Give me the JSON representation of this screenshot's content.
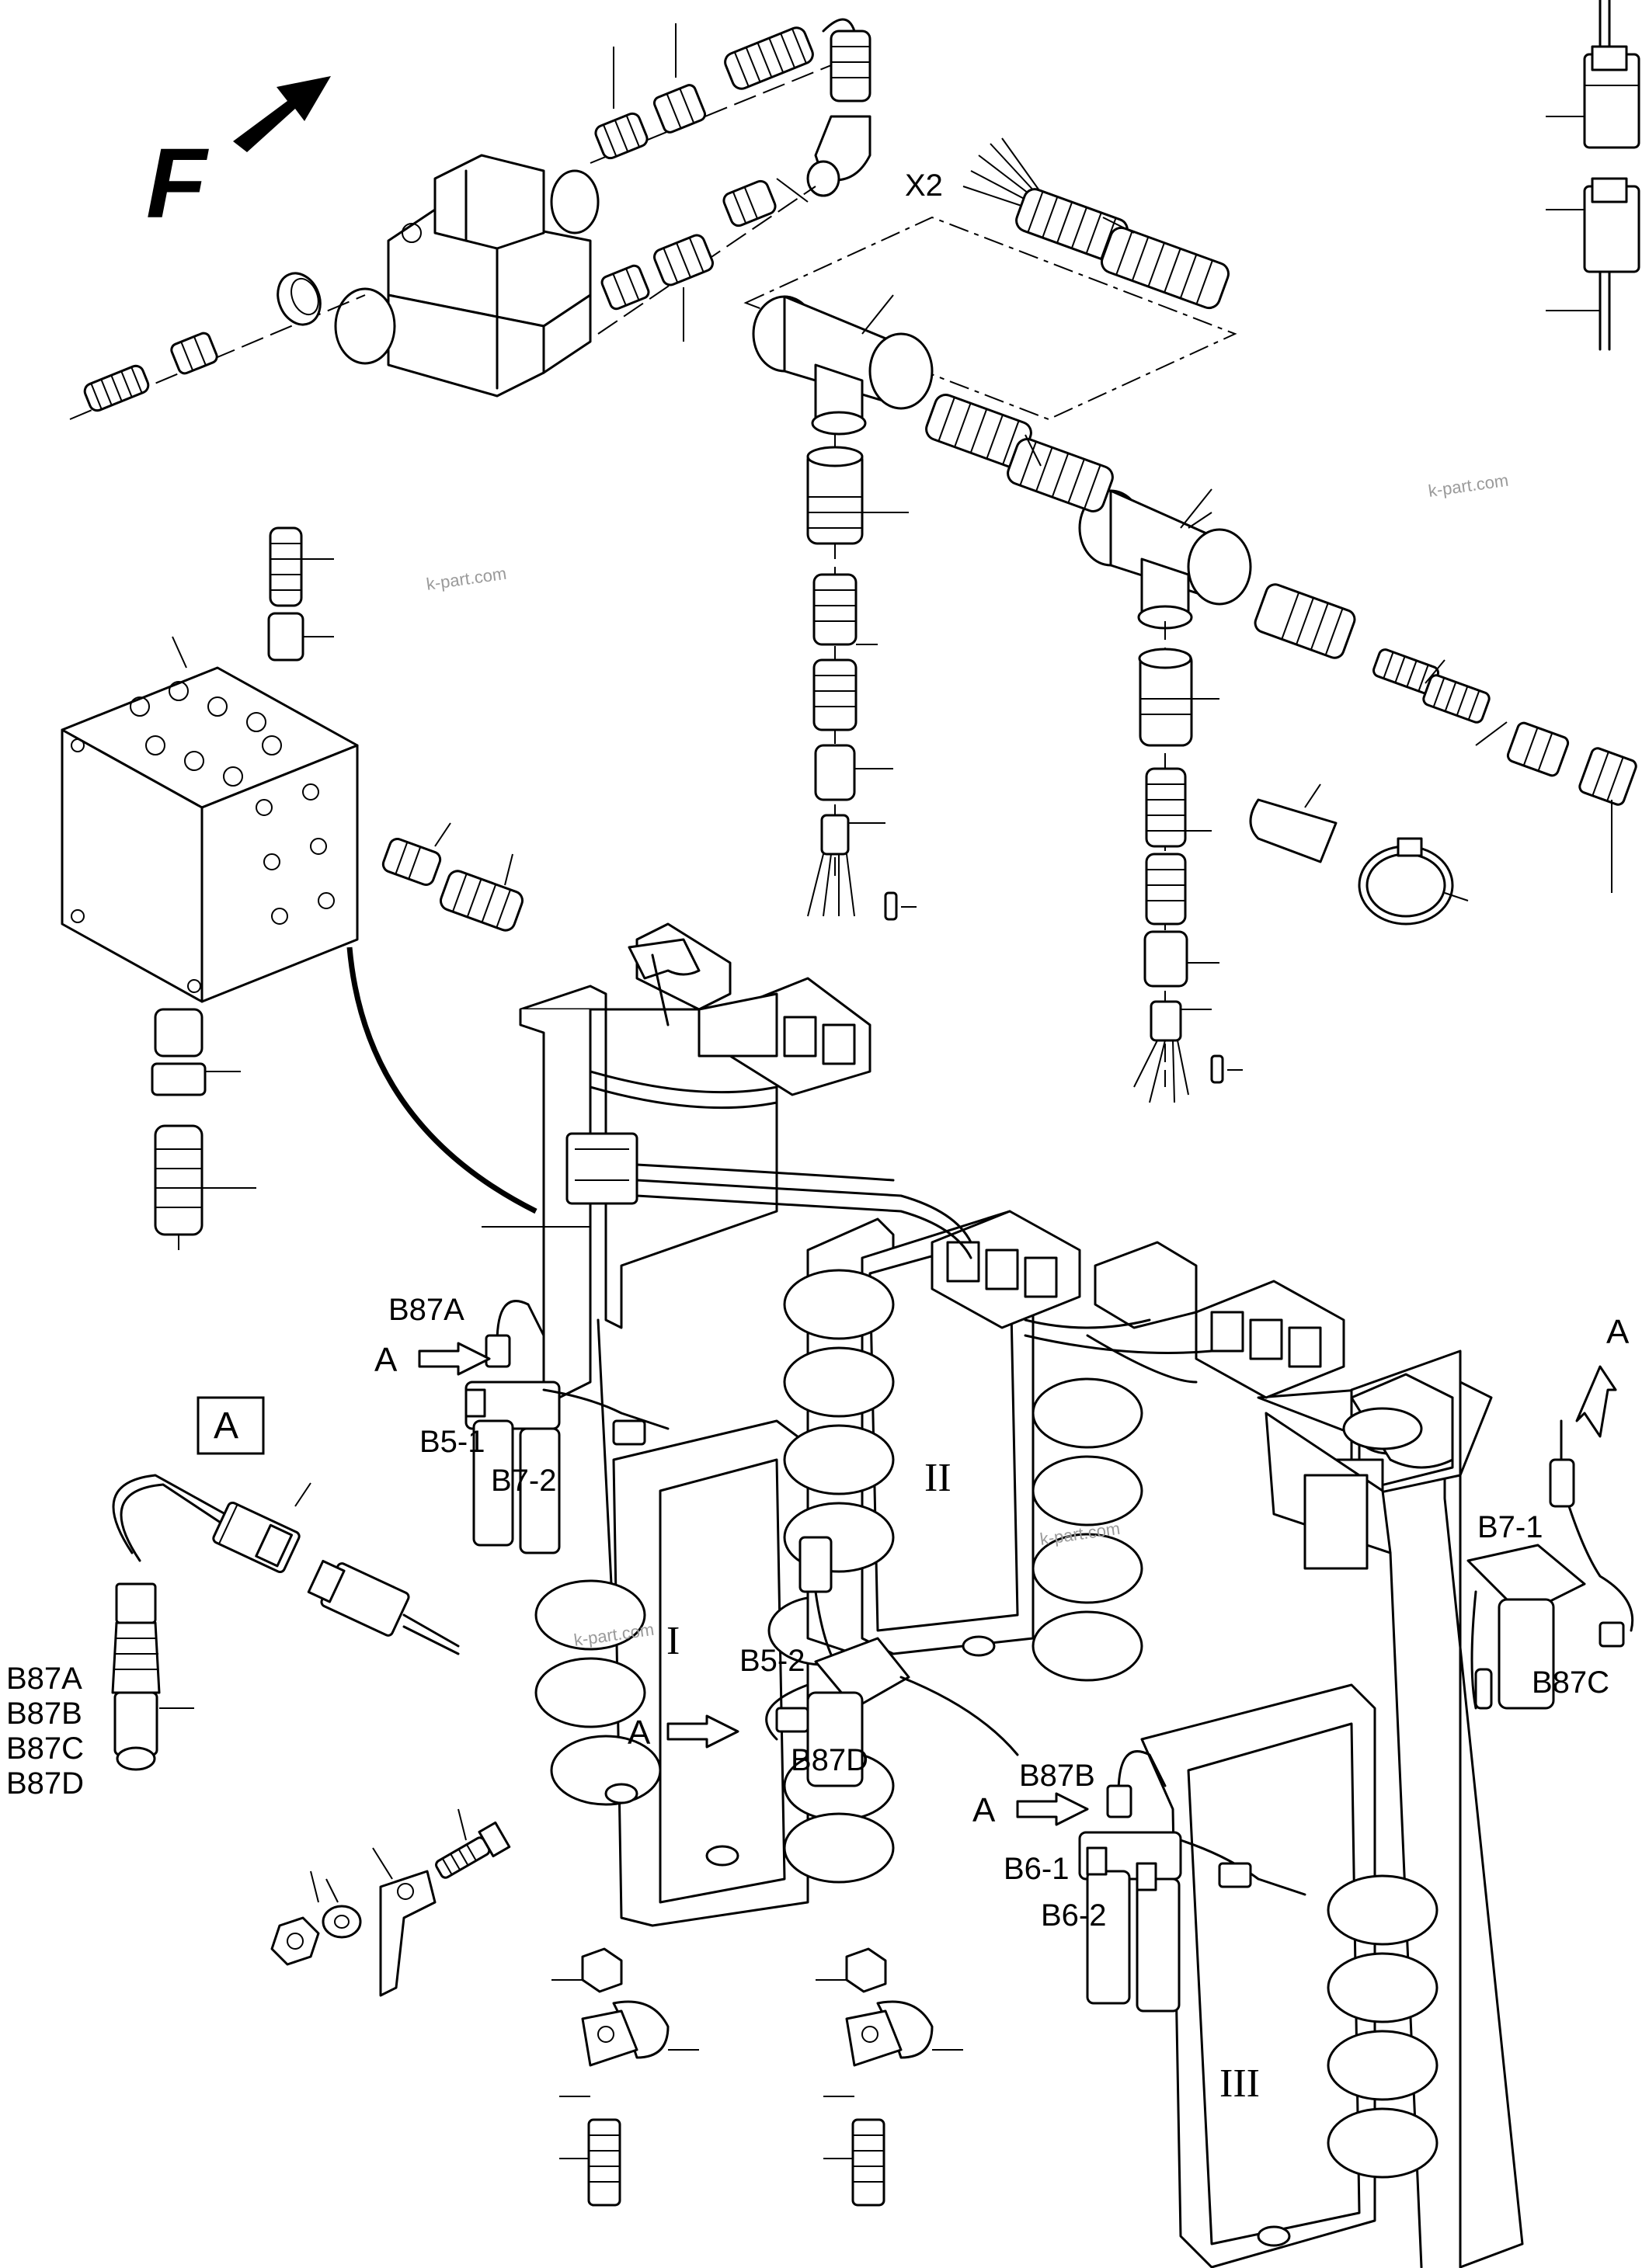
{
  "labels": {
    "front_marker": "F",
    "x2": "X2",
    "detail_box": "A",
    "view_a": "A",
    "b87a": "B87A",
    "b87b": "B87B",
    "b87c": "B87C",
    "b87d": "B87D",
    "b5_1": "B5-1",
    "b5_2": "B5-2",
    "b6_1": "B6-1",
    "b6_2": "B6-2",
    "b7_1": "B7-1",
    "b7_2": "B7-2",
    "sensor_list": [
      "B87A",
      "B87B",
      "B87C",
      "B87D"
    ],
    "valve_groups": [
      "I",
      "II",
      "III"
    ]
  },
  "watermark": "k-part.com"
}
